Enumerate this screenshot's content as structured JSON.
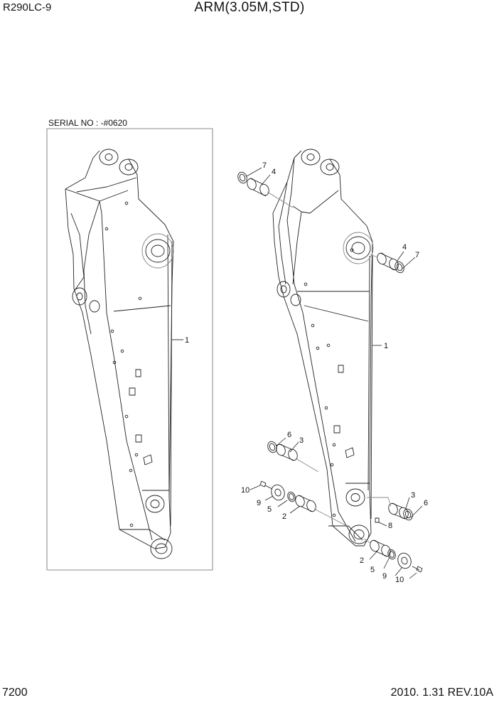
{
  "header": {
    "model": "R290LC-9",
    "title": "ARM(3.05M,STD)"
  },
  "inset": {
    "serial": "SERIAL NO : -#0620",
    "labels": {
      "arm": "1"
    }
  },
  "main": {
    "labels": {
      "arm": "1",
      "bush_upper_left": "4",
      "ring_upper_left": "7",
      "bush_upper_right": "4",
      "ring_upper_right": "7",
      "bush_mid_left": "3",
      "ring_mid_left": "6",
      "bush_mid_right": "3",
      "ring_mid_right": "6",
      "bush_low_left": "2",
      "ring_low_left": "5",
      "plate_low_left": "9",
      "bolt_low_left": "10",
      "bush_low_right": "2",
      "ring_low_right": "5",
      "plate_low_right": "9",
      "bolt_low_right": "10",
      "grease": "8"
    }
  },
  "footer": {
    "page": "7200",
    "revision": "2010. 1.31  REV.10A"
  }
}
